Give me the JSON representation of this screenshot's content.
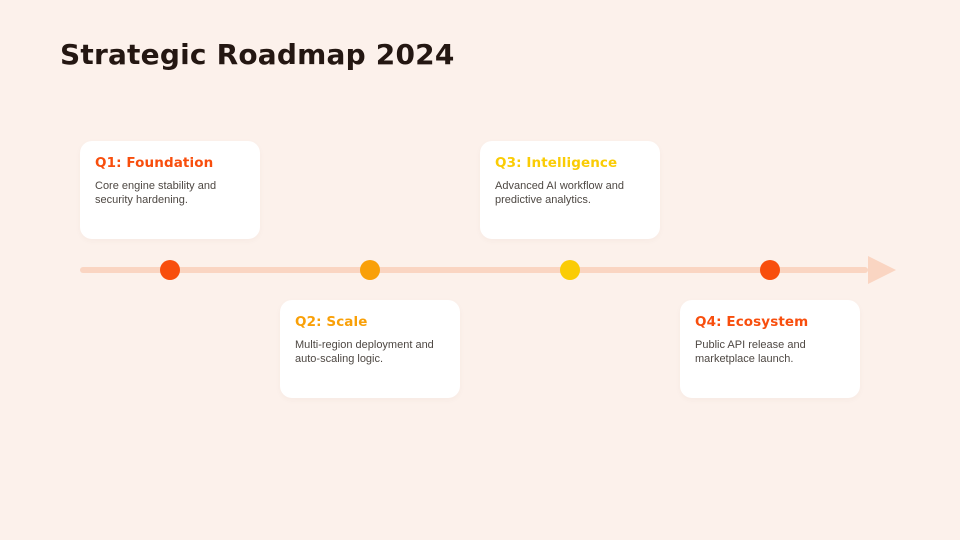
{
  "slide": {
    "title": "Strategic Roadmap 2024",
    "colors": {
      "background": "#FCF1EB",
      "title_text": "#241712",
      "card_background": "#FFFFFF",
      "body_text": "#4E4843",
      "timeline": "#FAD5C2",
      "accent_red_orange": "#F84E0D",
      "accent_orange": "#F9A008",
      "accent_yellow": "#FACC05"
    }
  },
  "milestones": [
    {
      "label": "Q1: Foundation",
      "description": "Core engine stability and security hardening.",
      "accent": "#F84E0D",
      "position": "top"
    },
    {
      "label": "Q2: Scale",
      "description": "Multi-region deployment and auto-scaling logic.",
      "accent": "#F9A008",
      "position": "bottom"
    },
    {
      "label": "Q3: Intelligence",
      "description": "Advanced AI workflow and predictive analytics.",
      "accent": "#FACC05",
      "position": "top"
    },
    {
      "label": "Q4: Ecosystem",
      "description": "Public API release and marketplace launch.",
      "accent": "#F84E0D",
      "position": "bottom"
    }
  ]
}
